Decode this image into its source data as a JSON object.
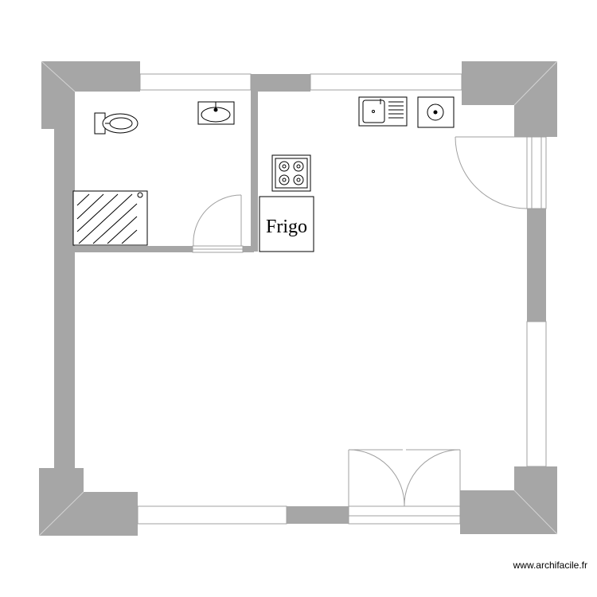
{
  "plan": {
    "labels": {
      "fridge": "Frigo",
      "credit": "www.archifacile.fr"
    },
    "colors": {
      "wall": "#a6a6a6",
      "line": "#a0a0a0",
      "fixture": "#000000",
      "background": "#ffffff"
    },
    "fixtures": [
      "toilet-icon",
      "washbasin-icon",
      "shower-icon",
      "kitchen-sink-icon",
      "hob-icon",
      "single-burner-icon",
      "fridge"
    ],
    "doors": [
      "bathroom-door",
      "entrance-door",
      "double-french-door"
    ],
    "windows": [
      "window-top-left",
      "window-top-right",
      "window-right",
      "window-bottom-left",
      "window-bottom-right"
    ]
  }
}
